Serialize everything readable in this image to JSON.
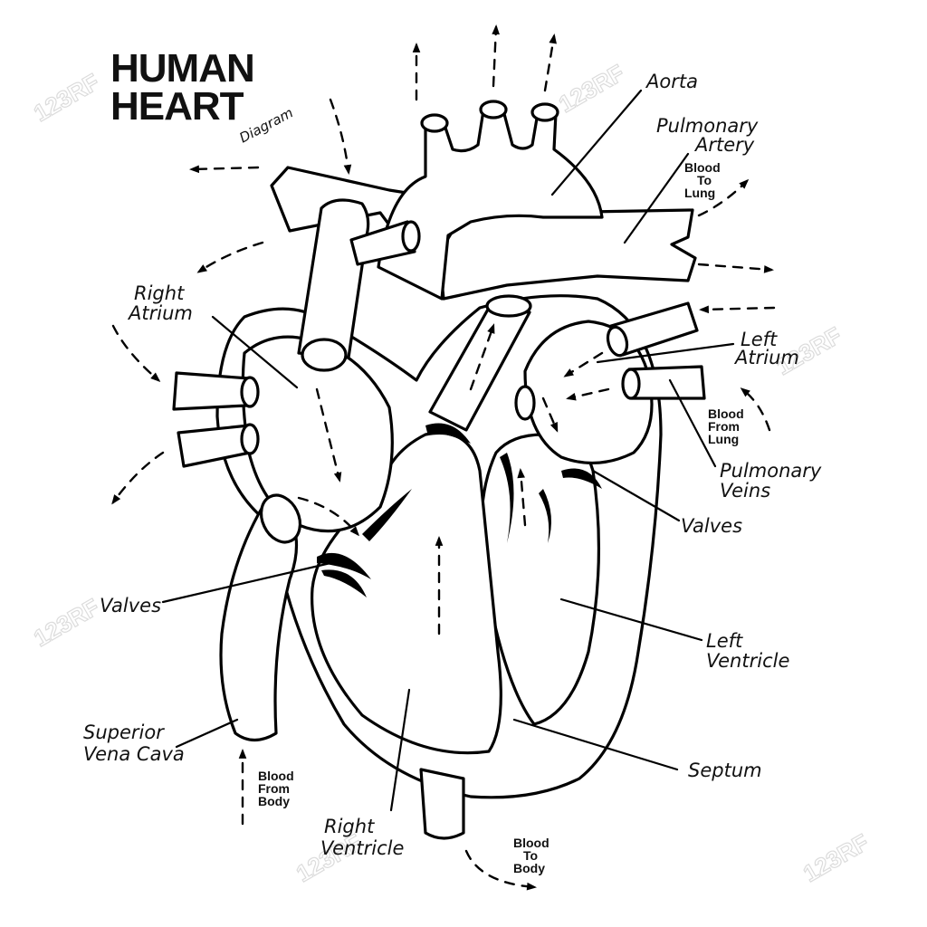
{
  "title": {
    "line1": "HUMAN",
    "line2": "HEART",
    "subtitle": "Diagram"
  },
  "labels": {
    "aorta": "Aorta",
    "pulmonary_artery_1": "Pulmonary",
    "pulmonary_artery_2": "Artery",
    "right_atrium_1": "Right",
    "right_atrium_2": "Atrium",
    "left_atrium_1": "Left",
    "left_atrium_2": "Atrium",
    "pulmonary_veins_1": "Pulmonary",
    "pulmonary_veins_2": "Veins",
    "valves_right": "Valves",
    "valves_left": "Valves",
    "left_ventricle_1": "Left",
    "left_ventricle_2": "Ventricle",
    "superior_vena_cava_1": "Superior",
    "superior_vena_cava_2": "Vena Cava",
    "septum": "Septum",
    "right_ventricle_1": "Right",
    "right_ventricle_2": "Ventricle"
  },
  "notes": {
    "to_lung": [
      "Blood",
      "To",
      "Lung"
    ],
    "from_lung": [
      "Blood",
      "From",
      "Lung"
    ],
    "from_body": [
      "Blood",
      "From",
      "Body"
    ],
    "to_body": [
      "Blood",
      "To",
      "Body"
    ]
  },
  "watermark": "123RF"
}
